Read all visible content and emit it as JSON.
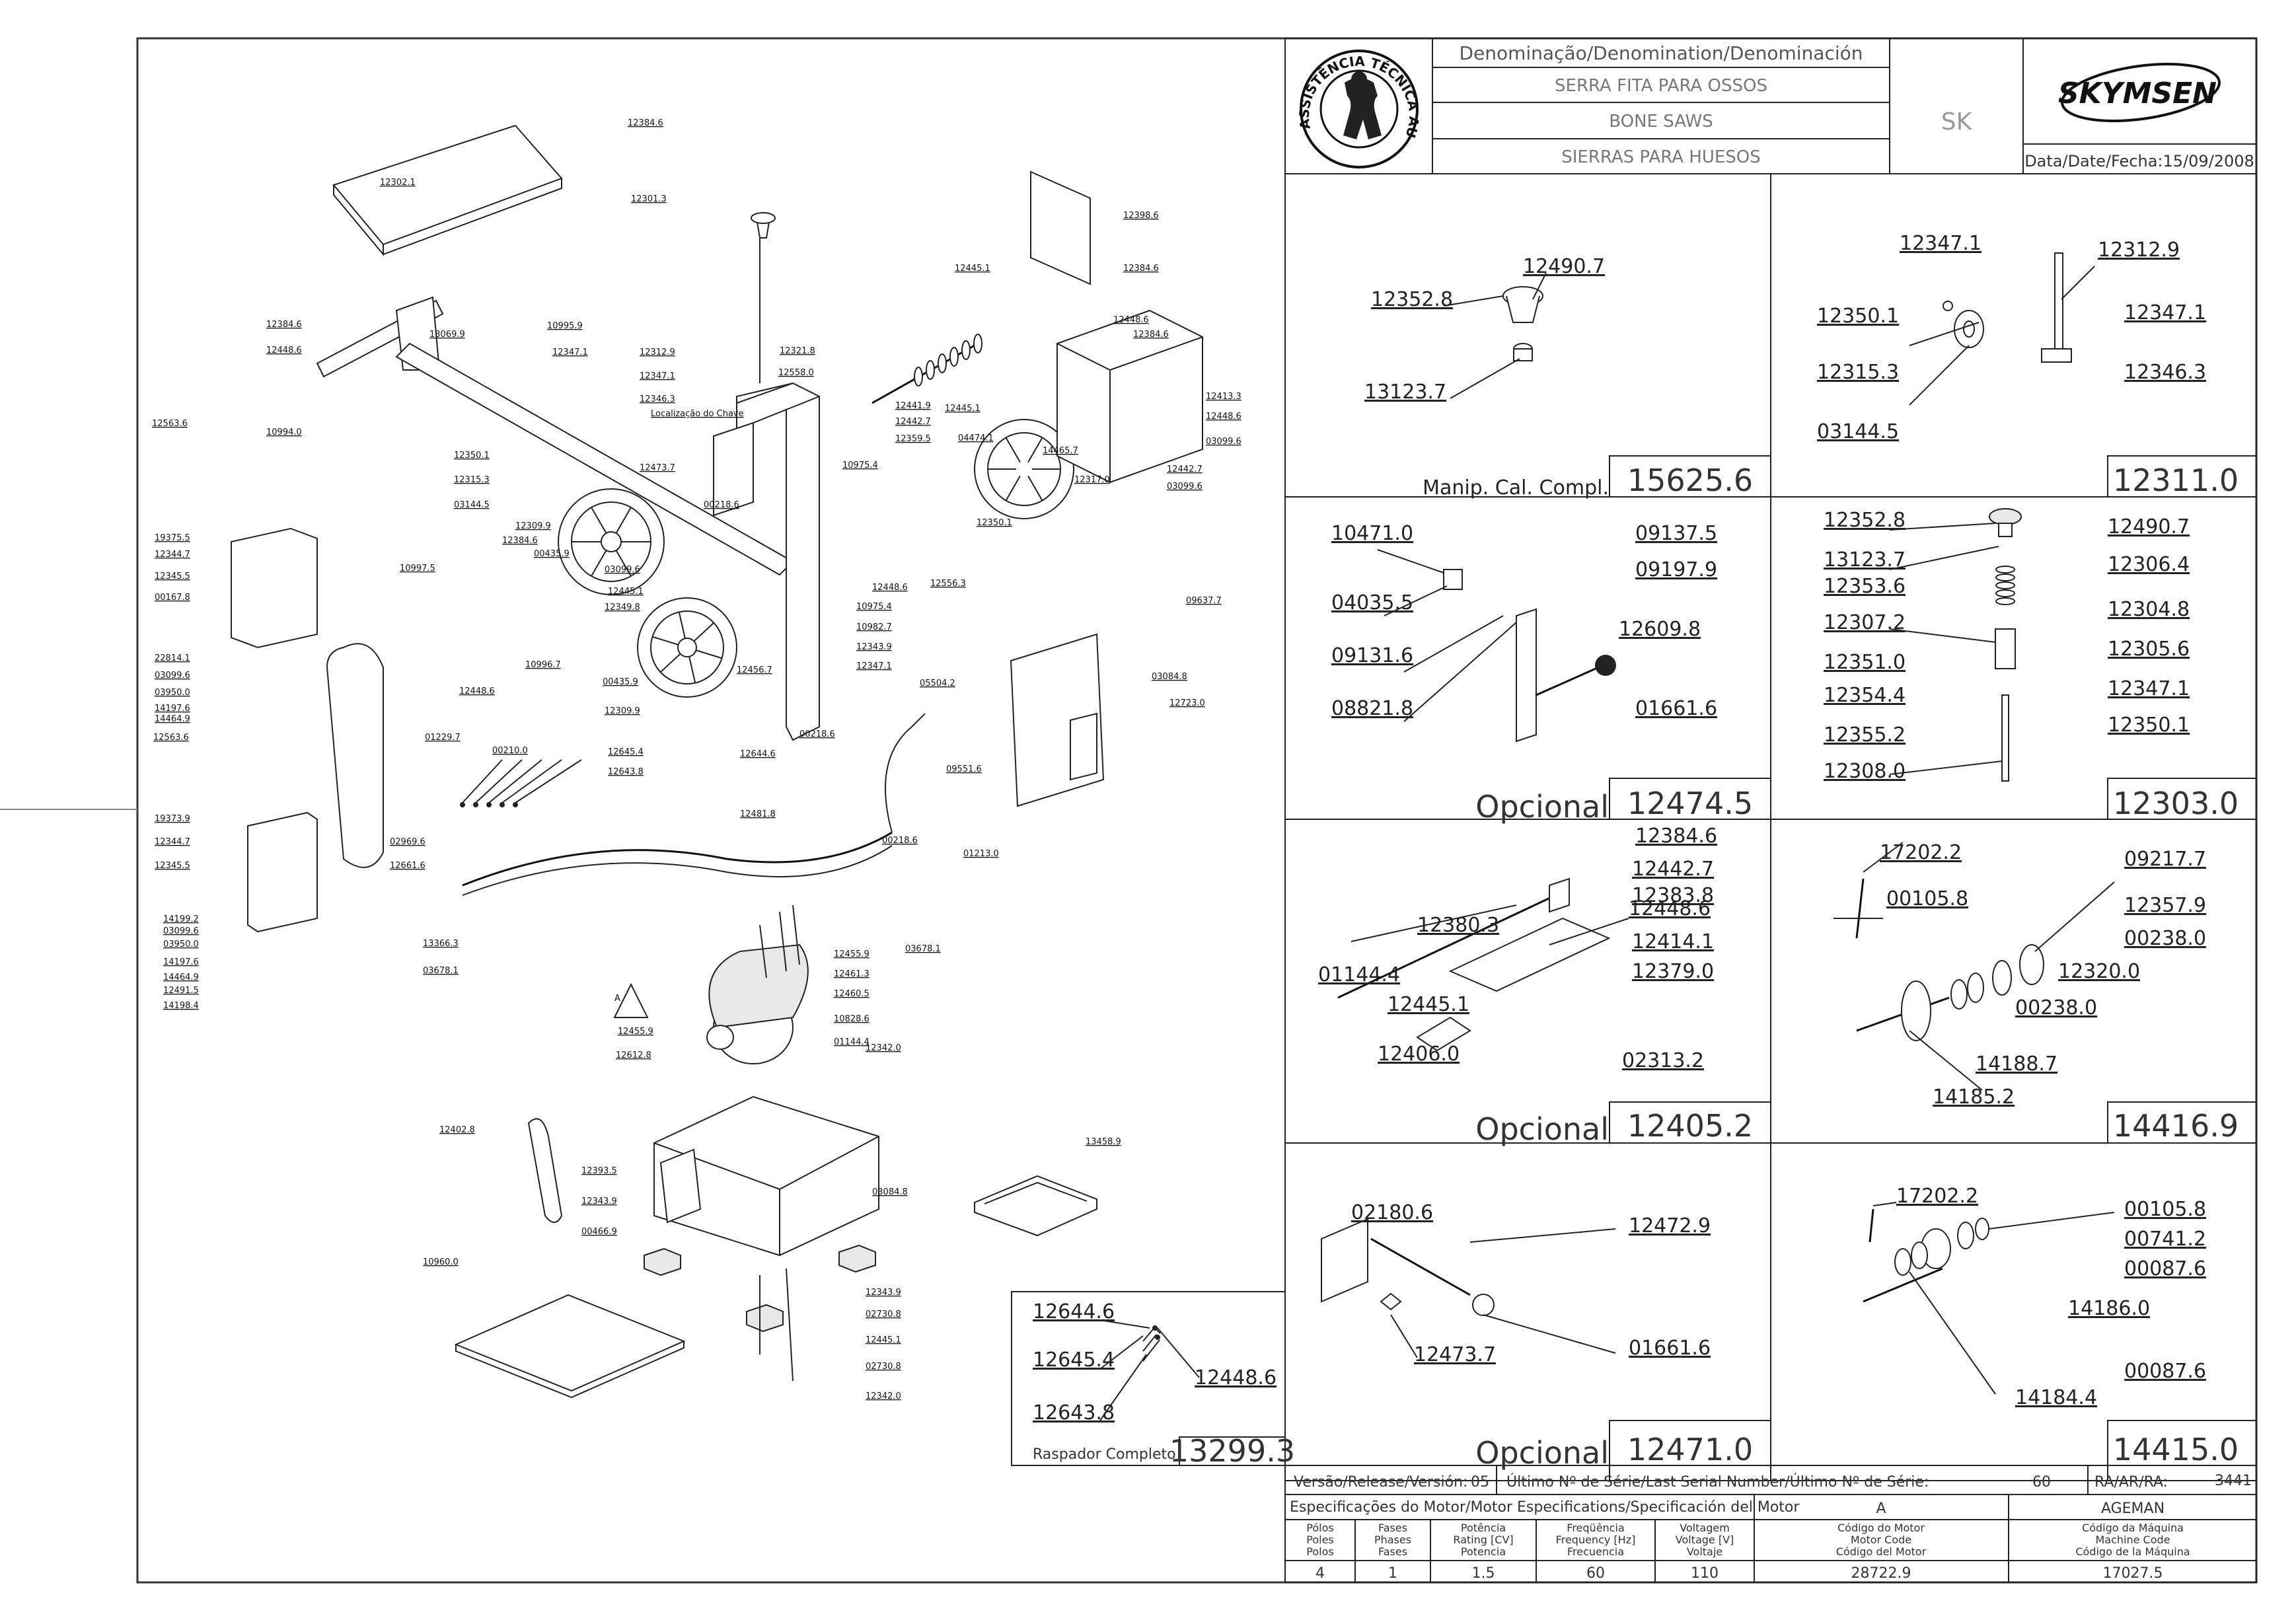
{
  "header": {
    "denomination_label": "Denominação/Denomination/Denominación",
    "name_pt": "SERRA FITA PARA OSSOS",
    "name_en": "BONE SAWS",
    "name_es": "SIERRAS PARA HUESOS",
    "model": "SK",
    "brand": "SKYMSEN",
    "date": "Data/Date/Fecha:15/09/2008",
    "seal": "ASSISTÊNCIA TÉCNICA AUTORIZADA"
  },
  "main_labels": [
    "12384.6",
    "12302.1",
    "12301.3",
    "12398.6",
    "12445.1",
    "12384.6",
    "12384.6",
    "12448.6",
    "13069.9",
    "10995.9",
    "10994.0",
    "12563.6",
    "12347.1",
    "12312.9",
    "12347.1",
    "12346.3",
    "Localização do Chave",
    "12350.1",
    "12315.3",
    "03144.5",
    "12558.0",
    "12321.8",
    "12441.9",
    "12442.7",
    "12359.5",
    "12448.6",
    "12384.6",
    "12413.3",
    "12448.6",
    "03099.6",
    "12445.1",
    "04474.1",
    "14465.7",
    "12317.0",
    "12442.7",
    "03099.6",
    "12350.1",
    "12473.7",
    "12309.9",
    "00218.6",
    "00435.9",
    "10975.4",
    "03099.6",
    "12445.1",
    "12349.8",
    "12448.6",
    "10975.4",
    "10982.7",
    "12343.9",
    "12347.1",
    "12556.3",
    "12384.6",
    "10997.5",
    "10996.7",
    "12448.6",
    "19375.5",
    "12344.7",
    "12345.5",
    "00167.8",
    "22814.1",
    "03099.6",
    "03950.0",
    "14197.6",
    "14464.9",
    "12563.6",
    "00435.9",
    "12309.9",
    "12456.7",
    "12645.4",
    "12643.8",
    "12644.6",
    "05504.2",
    "00218.6",
    "09637.7",
    "03084.8",
    "12723.0",
    "09551.6",
    "01229.7",
    "00210.0",
    "19373.9",
    "12344.7",
    "12345.5",
    "14199.2",
    "03099.6",
    "03950.0",
    "14197.6",
    "14464.9",
    "12491.5",
    "14198.4",
    "02969.6",
    "12661.6",
    "13366.3",
    "03678.1",
    "12481.8",
    "00218.6",
    "01213.0",
    "03678.1",
    "12455.9",
    "12461.3",
    "12460.5",
    "10828.6",
    "01144.4",
    "12342.0",
    "12455.9",
    "12612.8",
    "12402.8",
    "12393.5",
    "12343.9",
    "00466.9",
    "03084.8",
    "13458.9",
    "10960.0",
    "12343.9",
    "02730.8",
    "12445.1",
    "02730.8",
    "12342.0",
    "A"
  ],
  "detail_views": [
    {
      "code": "15625.6",
      "caption": "Manip. Cal. Compl.",
      "labels": [
        "12352.8",
        "12490.7",
        "13123.7"
      ]
    },
    {
      "code": "12311.0",
      "caption": "",
      "labels": [
        "12347.1",
        "12312.9",
        "12350.1",
        "12347.1",
        "12315.3",
        "12346.3",
        "03144.5"
      ]
    },
    {
      "code": "12474.5",
      "caption": "Opcional",
      "labels": [
        "10471.0",
        "09137.5",
        "09197.9",
        "04035.5",
        "12609.8",
        "09131.6",
        "01661.6",
        "08821.8"
      ]
    },
    {
      "code": "12303.0",
      "caption": "",
      "labels": [
        "12352.8",
        "12490.7",
        "13123.7",
        "12306.4",
        "12353.6",
        "12304.8",
        "12307.2",
        "12305.6",
        "12351.0",
        "12347.1",
        "12354.4",
        "12350.1",
        "12355.2",
        "12308.0"
      ]
    },
    {
      "code": "12405.2",
      "caption": "Opcional",
      "labels": [
        "12384.6",
        "12442.7",
        "12383.8",
        "12380.3",
        "12448.6",
        "12414.1",
        "12379.0",
        "01144.4",
        "12445.1",
        "12406.0",
        "02313.2"
      ]
    },
    {
      "code": "14416.9",
      "caption": "",
      "labels": [
        "17202.2",
        "09217.7",
        "00105.8",
        "12357.9",
        "00238.0",
        "12320.0",
        "00238.0",
        "14188.7",
        "14185.2"
      ]
    },
    {
      "code": "12471.0",
      "caption": "Opcional",
      "labels": [
        "02180.6",
        "12472.9",
        "12473.7",
        "01661.6"
      ]
    },
    {
      "code": "14415.0",
      "caption": "",
      "labels": [
        "17202.2",
        "00105.8",
        "00741.2",
        "00087.6",
        "14186.0",
        "00087.6",
        "14184.4"
      ]
    }
  ],
  "scraper": {
    "caption": "Raspador Completo",
    "code": "13299.3",
    "labels": [
      "12644.6",
      "12645.4",
      "12448.6",
      "12643.8"
    ]
  },
  "footer": {
    "release_label": "Versão/Release/Versión:",
    "release": "05",
    "serial_label": "Último Nº de Série/Last Serial Number/Último Nº de Série:",
    "serial": "60",
    "ra_label": "RA/AR/RA:",
    "ra": "3441",
    "motor_spec_label": "Especificações do Motor/Motor Especifications/Specificación del Motor",
    "motor_code_letter": "A",
    "machine_name": "AGEMAN",
    "columns": [
      {
        "h1": "Pólos",
        "h2": "Poles",
        "h3": "Polos",
        "value": "4"
      },
      {
        "h1": "Fases",
        "h2": "Phases",
        "h3": "Fases",
        "value": "1"
      },
      {
        "h1": "Potência",
        "h2": "Rating [CV]",
        "h3": "Potencia",
        "value": "1.5"
      },
      {
        "h1": "Freqüência",
        "h2": "Frequency [Hz]",
        "h3": "Frecuencia",
        "value": "60"
      },
      {
        "h1": "Voltagem",
        "h2": "Voltage [V]",
        "h3": "Voltaje",
        "value": "110"
      },
      {
        "h1": "Código do Motor",
        "h2": "Motor Code",
        "h3": "Código del Motor",
        "value": "28722.9"
      },
      {
        "h1": "Código da Máquina",
        "h2": "Machine Code",
        "h3": "Código de la Máquina",
        "value": "17027.5"
      }
    ]
  }
}
